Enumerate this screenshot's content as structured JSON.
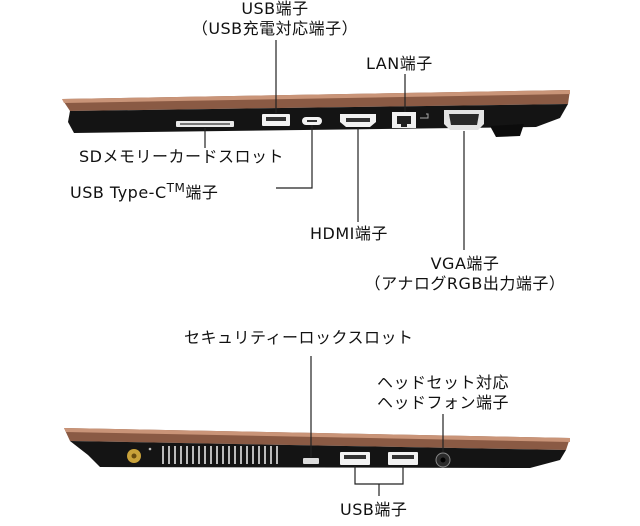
{
  "top_view": {
    "labels": {
      "usb_line1": "USB端子",
      "usb_line2": "（USB充電対応端子）",
      "lan": "LAN端子",
      "sd": "SDメモリーカードスロット",
      "usbc_main": "USB Type-C",
      "usbc_tm": "TM",
      "usbc_suffix": "端子",
      "hdmi": "HDMI端子",
      "vga_line1": "VGA端子",
      "vga_line2": "（アナログRGB出力端子）"
    }
  },
  "bottom_view": {
    "labels": {
      "security": "セキュリティーロックスロット",
      "headset_line1": "ヘッドセット対応",
      "headset_line2": "ヘッドフォン端子",
      "usb": "USB端子"
    }
  },
  "colors": {
    "lid": "#8a5a44",
    "lid_highlight": "#c99478",
    "base": "#111111",
    "port": "#f2f2f2",
    "line": "#222222"
  }
}
